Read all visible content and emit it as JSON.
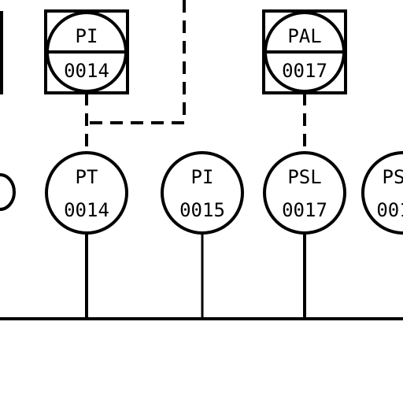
{
  "diagram": {
    "panel_instruments": [
      {
        "id": "pi-0014",
        "function": "PI",
        "loop": "0014"
      },
      {
        "id": "pal-0017",
        "function": "PAL",
        "loop": "0017"
      }
    ],
    "field_instruments": [
      {
        "id": "pt-0014",
        "function": "PT",
        "loop": "0014"
      },
      {
        "id": "pi-0015",
        "function": "PI",
        "loop": "0015"
      },
      {
        "id": "psl-0017",
        "function": "PSL",
        "loop": "0017"
      },
      {
        "id": "ps-partial",
        "function": "PS",
        "loop": "001"
      }
    ]
  }
}
